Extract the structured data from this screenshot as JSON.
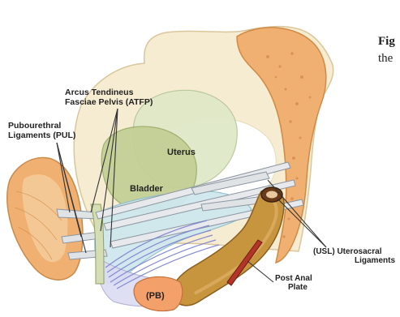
{
  "caption": {
    "fragment_line1": "Fig",
    "fragment_line2": "the"
  },
  "labels": {
    "atfp_line1": "Arcus Tendineus",
    "atfp_line2": "Fasciae Pelvis  (ATFP)",
    "pul_line1": "Pubourethral",
    "pul_line2": "Ligaments  (PUL)",
    "uterus": "Uterus",
    "bladder": "Bladder",
    "usl_line1": "(USL)  Uterosacral",
    "usl_line2": "Ligaments",
    "pap_line1": "Post Anal",
    "pap_line2": "Plate",
    "pb": "(PB)"
  },
  "colors": {
    "pelvis_bone": "#f5ecd2",
    "bone_outline": "#d9c79b",
    "sacrum": "#efb071",
    "sacrum_spots": "#c97d3c",
    "uterus": "#dfe8c8",
    "bladder": "#c4cf96",
    "vagina": "#cfe8ee",
    "rectum": "#c8953f",
    "perineal_body": "#f4a06b",
    "ligament": "#dfe3e6",
    "ligament_stroke": "#8c96a0",
    "muscle": "#7a7fd0"
  }
}
